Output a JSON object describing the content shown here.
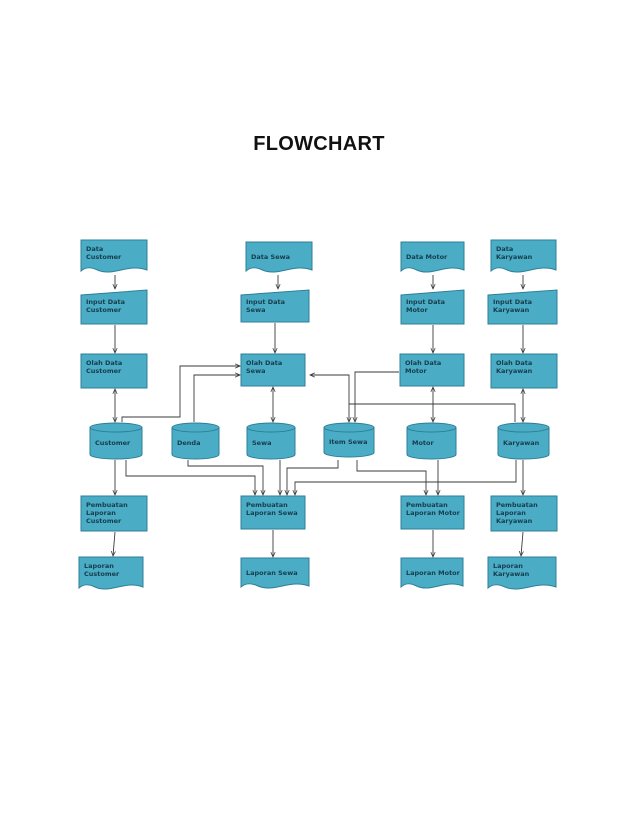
{
  "title": "FLOWCHART",
  "colors": {
    "fill": "#4bacc6",
    "stroke": "#2c7f97",
    "text": "#163d4c",
    "line": "#3a3a3a"
  },
  "nodes": {
    "doc_customer": {
      "lines": [
        "Data",
        "Customer"
      ]
    },
    "doc_sewa": {
      "lines": [
        "Data Sewa"
      ]
    },
    "doc_motor": {
      "lines": [
        "Data Motor"
      ]
    },
    "doc_karyawan": {
      "lines": [
        "Data",
        "Karyawan"
      ]
    },
    "in_customer": {
      "lines": [
        "Input Data",
        "Customer"
      ]
    },
    "in_sewa": {
      "lines": [
        "Input Data",
        "Sewa"
      ]
    },
    "in_motor": {
      "lines": [
        "Input Data",
        "Motor"
      ]
    },
    "in_karyawan": {
      "lines": [
        "Input Data",
        "Karyawan"
      ]
    },
    "proc_customer": {
      "lines": [
        "Olah Data",
        "Customer"
      ]
    },
    "proc_sewa": {
      "lines": [
        "Olah Data",
        "Sewa"
      ]
    },
    "proc_motor": {
      "lines": [
        "Olah Data",
        "Motor"
      ]
    },
    "proc_karyawan": {
      "lines": [
        "Olah Data",
        "Karyawan"
      ]
    },
    "db_customer": {
      "lines": [
        "Customer"
      ]
    },
    "db_denda": {
      "lines": [
        "Denda"
      ]
    },
    "db_sewa": {
      "lines": [
        "Sewa"
      ]
    },
    "db_itemsewa": {
      "lines": [
        "Item Sewa"
      ]
    },
    "db_motor": {
      "lines": [
        "Motor"
      ]
    },
    "db_karyawan": {
      "lines": [
        "Karyawan"
      ]
    },
    "rep_customer": {
      "lines": [
        "Pembuatan",
        "Laporan",
        "Customer"
      ]
    },
    "rep_sewa": {
      "lines": [
        "Pembuatan",
        "Laporan Sewa"
      ]
    },
    "rep_motor": {
      "lines": [
        "Pembuatan",
        "Laporan Motor"
      ]
    },
    "rep_karyawan": {
      "lines": [
        "Pembuatan",
        "Laporan",
        "Karyawan"
      ]
    },
    "out_customer": {
      "lines": [
        "Laporan",
        "Customer"
      ]
    },
    "out_sewa": {
      "lines": [
        "Laporan Sewa"
      ]
    },
    "out_motor": {
      "lines": [
        "Laporan Motor"
      ]
    },
    "out_karyawan": {
      "lines": [
        "Laporan",
        "Karyawan"
      ]
    }
  }
}
